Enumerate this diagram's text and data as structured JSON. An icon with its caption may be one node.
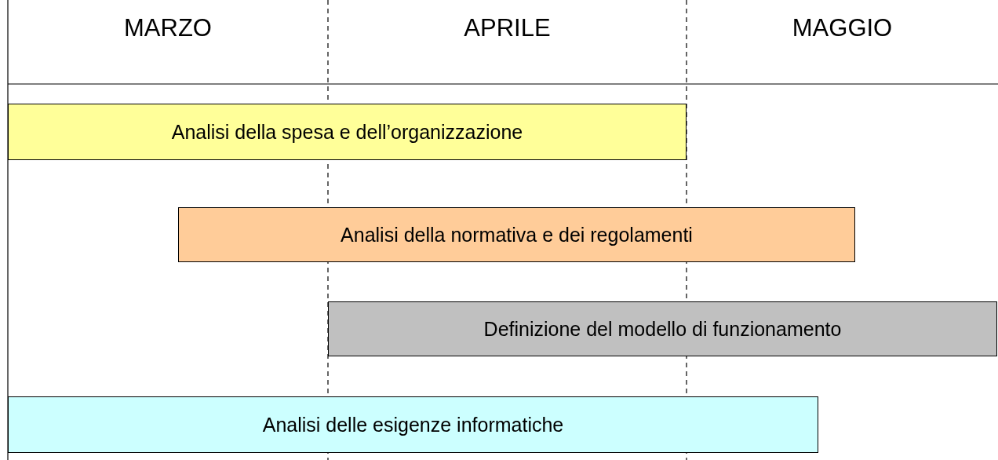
{
  "diagram": {
    "nodes": [
      {
        "text": [
          "Analisi della spesa e dell’organizzazione"
        ]
      },
      {
        "text": [
          "Analisi della normativa e dei regolamenti"
        ]
      },
      {
        "text": [
          "Definizione del modello di funzionamento"
        ]
      },
      {
        "text": [
          "Analisi delle esigenze informatiche"
        ]
      }
    ],
    "labels": [
      "MARZO",
      "APRILE",
      "MAGGIO"
    ]
  }
}
